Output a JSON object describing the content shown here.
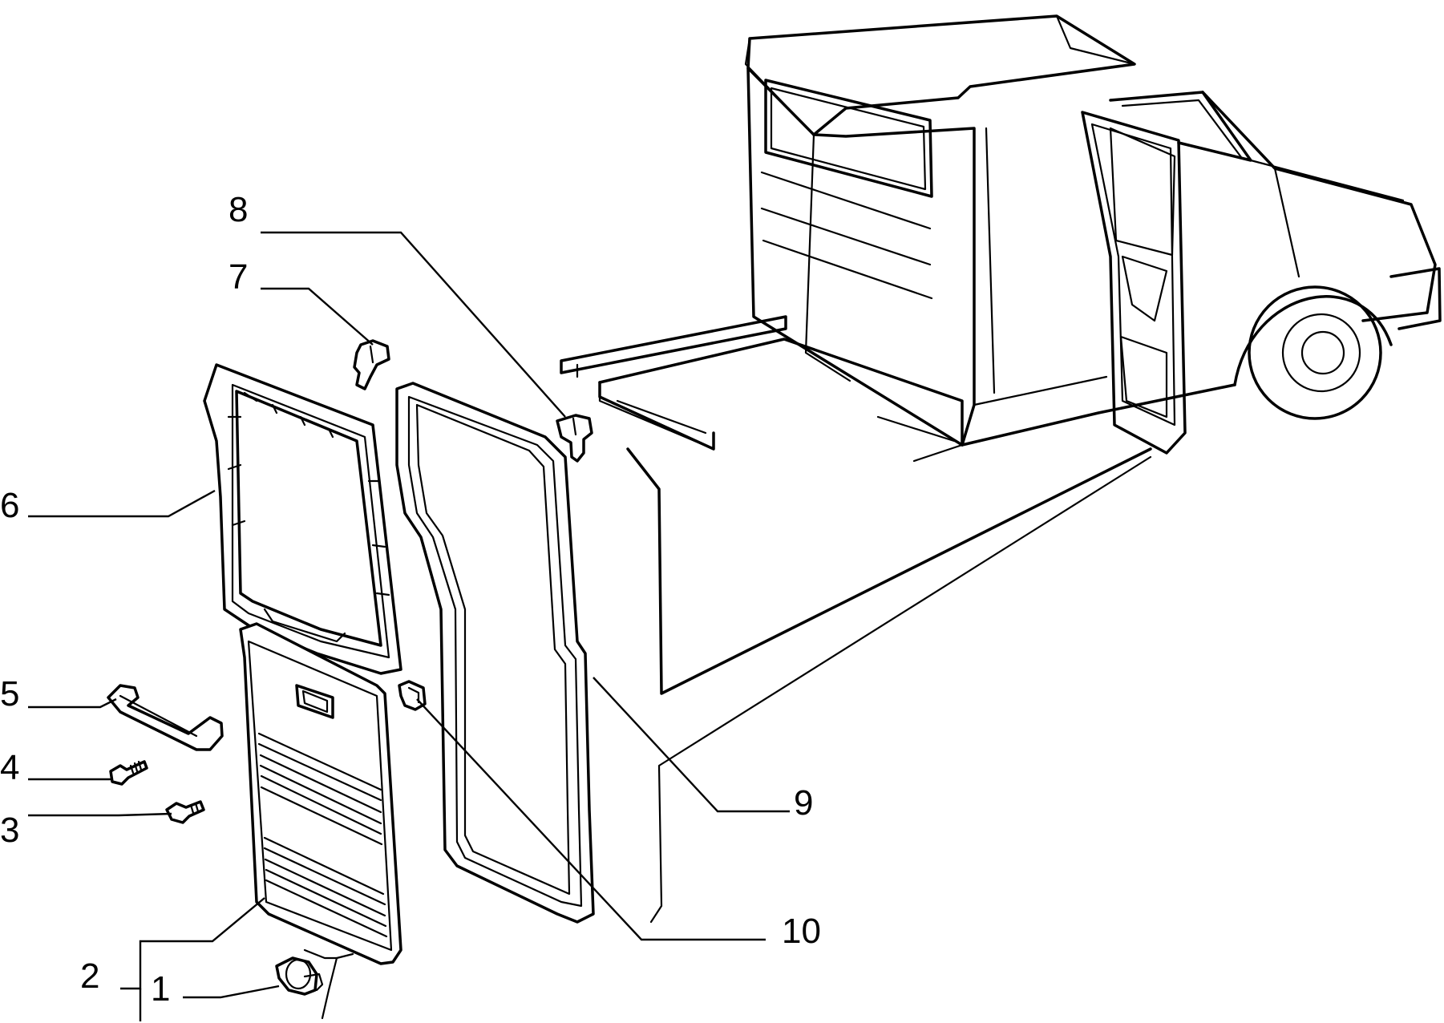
{
  "diagram": {
    "background": "#ffffff",
    "line_color": "#000000",
    "callouts": [
      {
        "id": "1",
        "label": "1"
      },
      {
        "id": "2",
        "label": "2"
      },
      {
        "id": "3",
        "label": "3"
      },
      {
        "id": "4",
        "label": "4"
      },
      {
        "id": "5",
        "label": "5"
      },
      {
        "id": "6",
        "label": "6"
      },
      {
        "id": "7",
        "label": "7"
      },
      {
        "id": "8",
        "label": "8"
      },
      {
        "id": "9",
        "label": "9"
      },
      {
        "id": "10",
        "label": "10"
      }
    ]
  }
}
